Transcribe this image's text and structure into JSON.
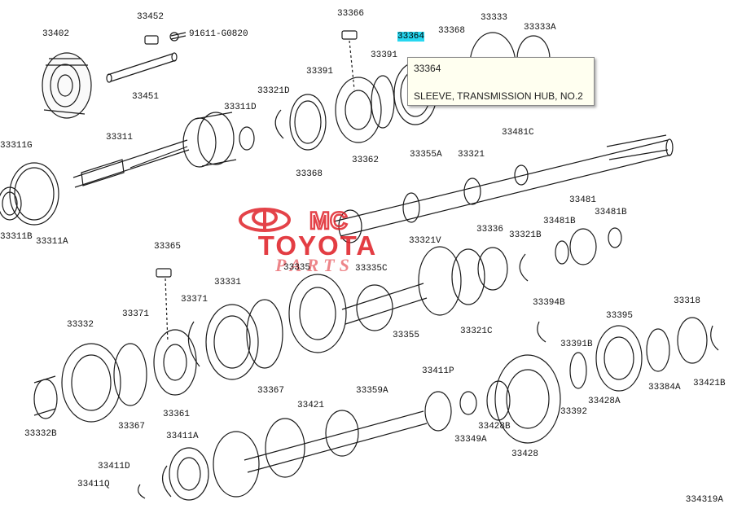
{
  "callouts": [
    {
      "id": "33402"
    },
    {
      "id": "33452"
    },
    {
      "id": "91611-G0820"
    },
    {
      "id": "33366"
    },
    {
      "id": "33364",
      "highlight": true
    },
    {
      "id": "33368"
    },
    {
      "id": "33333"
    },
    {
      "id": "33333A"
    },
    {
      "id": "33391"
    },
    {
      "id": "33451"
    },
    {
      "id": "33321D"
    },
    {
      "id": "33391"
    },
    {
      "id": "33311D"
    },
    {
      "id": "33311G"
    },
    {
      "id": "33311"
    },
    {
      "id": "33368"
    },
    {
      "id": "33362"
    },
    {
      "id": "33355A"
    },
    {
      "id": "33321"
    },
    {
      "id": "33481C"
    },
    {
      "id": "33311B"
    },
    {
      "id": "33311A"
    },
    {
      "id": "33481"
    },
    {
      "id": "33481B"
    },
    {
      "id": "33481B"
    },
    {
      "id": "33365"
    },
    {
      "id": "33336"
    },
    {
      "id": "33321V"
    },
    {
      "id": "33321B"
    },
    {
      "id": "33335"
    },
    {
      "id": "33335C"
    },
    {
      "id": "33331"
    },
    {
      "id": "33371"
    },
    {
      "id": "33371"
    },
    {
      "id": "33394B"
    },
    {
      "id": "33318"
    },
    {
      "id": "33395"
    },
    {
      "id": "33332"
    },
    {
      "id": "33355"
    },
    {
      "id": "33321C"
    },
    {
      "id": "33391B"
    },
    {
      "id": "33384A"
    },
    {
      "id": "33421B"
    },
    {
      "id": "33361"
    },
    {
      "id": "33367"
    },
    {
      "id": "33367"
    },
    {
      "id": "33411P"
    },
    {
      "id": "33359A"
    },
    {
      "id": "33392"
    },
    {
      "id": "33428A"
    },
    {
      "id": "33332B"
    },
    {
      "id": "33421"
    },
    {
      "id": "33428B"
    },
    {
      "id": "33349A"
    },
    {
      "id": "33411A"
    },
    {
      "id": "33428"
    },
    {
      "id": "33411D"
    },
    {
      "id": "33411Q"
    }
  ],
  "tooltip": {
    "part_number": "33364",
    "description": "SLEEVE, TRANSMISSION HUB, NO.2"
  },
  "watermark": {
    "brand": "MC",
    "name": "TOYOTA",
    "sub": "PARTS"
  },
  "figure_code": "334319A",
  "colors": {
    "highlight": "#27d7f0",
    "watermark": "#e0232a",
    "tooltip_bg": "#fffff0"
  }
}
